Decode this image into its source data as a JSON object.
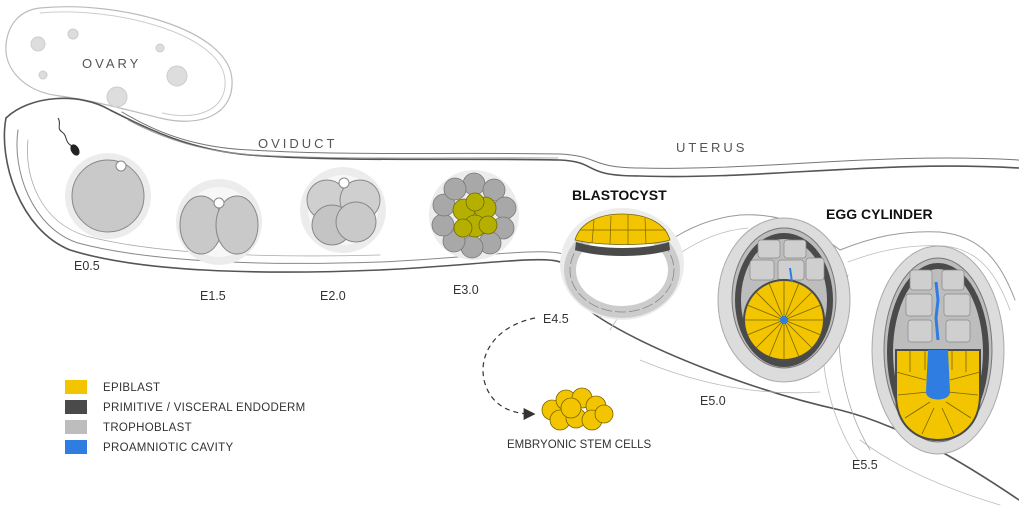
{
  "regions": {
    "ovary": "OVARY",
    "oviduct": "OVIDUCT",
    "uterus": "UTERUS"
  },
  "headings": {
    "blastocyst": "BLASTOCYST",
    "egg_cylinder": "EGG CYLINDER"
  },
  "stages": {
    "e0_5": "E0.5",
    "e1_5": "E1.5",
    "e2_0": "E2.0",
    "e3_0": "E3.0",
    "e4_5": "E4.5",
    "e5_0": "E5.0",
    "e5_5": "E5.5"
  },
  "stem_cells": "EMBRYONIC STEM CELLS",
  "legend": [
    {
      "label": "EPIBLAST",
      "color": "#F2C500"
    },
    {
      "label": "PRIMITIVE / VISCERAL ENDODERM",
      "color": "#4a4a4a"
    },
    {
      "label": "TROPHOBLAST",
      "color": "#bdbdbd"
    },
    {
      "label": "PROAMNIOTIC CAVITY",
      "color": "#2f7de1"
    }
  ],
  "colors": {
    "epiblast": "#F2C500",
    "endoderm": "#4a4a4a",
    "trophoblast": "#bdbdbd",
    "cavity": "#2f7de1",
    "morula": "#b5b000",
    "outline": "#555555"
  }
}
